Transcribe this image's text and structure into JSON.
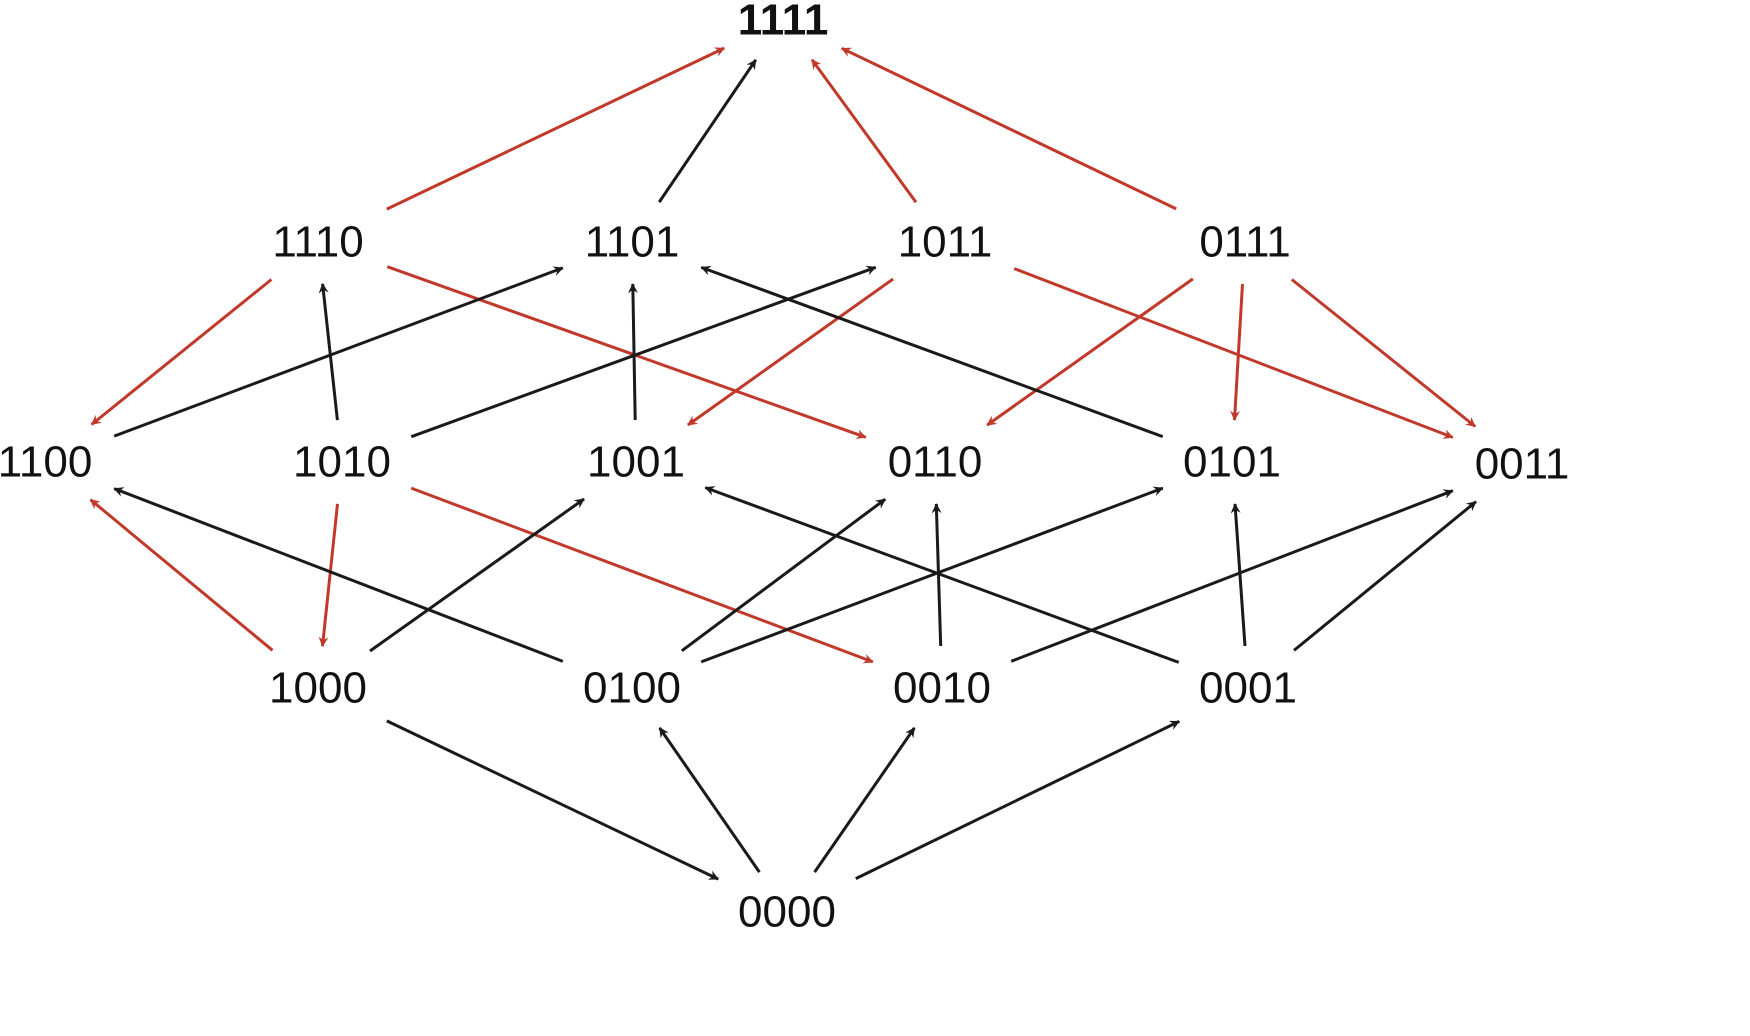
{
  "colors": {
    "highlight": "#c0392b",
    "default": "#1a1a1a",
    "background": "#ffffff"
  },
  "nodes": [
    {
      "id": "1111",
      "label": "1111",
      "highlight": true
    },
    {
      "id": "1110",
      "label": "1110"
    },
    {
      "id": "1101",
      "label": "1101"
    },
    {
      "id": "1011",
      "label": "1011"
    },
    {
      "id": "0111",
      "label": "0111"
    },
    {
      "id": "1100",
      "label": "1100"
    },
    {
      "id": "1010",
      "label": "1010"
    },
    {
      "id": "1001",
      "label": "1001"
    },
    {
      "id": "0110",
      "label": "0110"
    },
    {
      "id": "0101",
      "label": "0101"
    },
    {
      "id": "0011",
      "label": "0011"
    },
    {
      "id": "1000",
      "label": "1000"
    },
    {
      "id": "0100",
      "label": "0100"
    },
    {
      "id": "0010",
      "label": "0010"
    },
    {
      "id": "0001",
      "label": "0001"
    },
    {
      "id": "0000",
      "label": "0000"
    }
  ],
  "edges": [
    {
      "from": "1110",
      "to": "1111",
      "color": "red"
    },
    {
      "from": "1101",
      "to": "1111",
      "color": "black"
    },
    {
      "from": "1011",
      "to": "1111",
      "color": "red"
    },
    {
      "from": "0111",
      "to": "1111",
      "color": "red"
    },
    {
      "from": "1110",
      "to": "1100",
      "color": "red"
    },
    {
      "from": "1110",
      "to": "0110",
      "color": "red"
    },
    {
      "from": "1011",
      "to": "1001",
      "color": "red"
    },
    {
      "from": "1011",
      "to": "0011",
      "color": "red"
    },
    {
      "from": "0111",
      "to": "0110",
      "color": "red"
    },
    {
      "from": "0111",
      "to": "0101",
      "color": "red"
    },
    {
      "from": "0111",
      "to": "0011",
      "color": "red"
    },
    {
      "from": "1100",
      "to": "1101",
      "color": "black"
    },
    {
      "from": "1010",
      "to": "1110",
      "color": "black"
    },
    {
      "from": "1010",
      "to": "1011",
      "color": "black"
    },
    {
      "from": "1001",
      "to": "1101",
      "color": "black"
    },
    {
      "from": "0101",
      "to": "1101",
      "color": "black"
    },
    {
      "from": "1010",
      "to": "1000",
      "color": "red"
    },
    {
      "from": "1010",
      "to": "0010",
      "color": "red"
    },
    {
      "from": "1000",
      "to": "1100",
      "color": "red"
    },
    {
      "from": "1000",
      "to": "1001",
      "color": "black"
    },
    {
      "from": "0100",
      "to": "1100",
      "color": "black"
    },
    {
      "from": "0100",
      "to": "0110",
      "color": "black"
    },
    {
      "from": "0100",
      "to": "0101",
      "color": "black"
    },
    {
      "from": "0010",
      "to": "0110",
      "color": "black"
    },
    {
      "from": "0010",
      "to": "0011",
      "color": "black"
    },
    {
      "from": "0001",
      "to": "1001",
      "color": "black"
    },
    {
      "from": "0001",
      "to": "0101",
      "color": "black"
    },
    {
      "from": "0001",
      "to": "0011",
      "color": "black"
    },
    {
      "from": "1000",
      "to": "0000",
      "color": "black"
    },
    {
      "from": "0000",
      "to": "0100",
      "color": "black"
    },
    {
      "from": "0000",
      "to": "0010",
      "color": "black"
    },
    {
      "from": "0000",
      "to": "0001",
      "color": "black"
    }
  ]
}
